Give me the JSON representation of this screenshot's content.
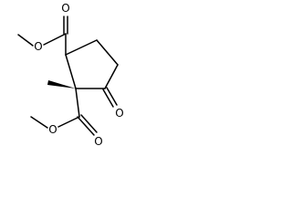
{
  "molecule": {
    "atoms": [
      {
        "id": "o-top-carbonyl",
        "symbol": "O"
      },
      {
        "id": "o-top-ester",
        "symbol": "O"
      },
      {
        "id": "o-ketone",
        "symbol": "O"
      },
      {
        "id": "o-bottom-carbonyl",
        "symbol": "O"
      },
      {
        "id": "o-bottom-ester",
        "symbol": "O"
      }
    ]
  }
}
